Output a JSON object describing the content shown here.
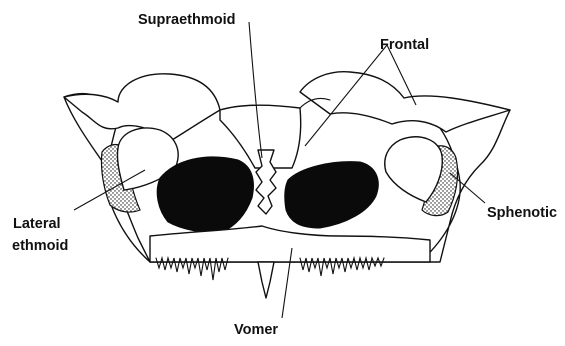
{
  "labels": {
    "supraethmoid": "Supraethmoid",
    "frontal": "Frontal",
    "sphenotic": "Sphenotic",
    "lateral_ethmoid_line1": "Lateral",
    "lateral_ethmoid_line2": "ethmoid",
    "vomer": "Vomer"
  },
  "colors": {
    "ink": "#111111",
    "orbit_fill": "#0a0a0a",
    "background": "#ffffff"
  }
}
